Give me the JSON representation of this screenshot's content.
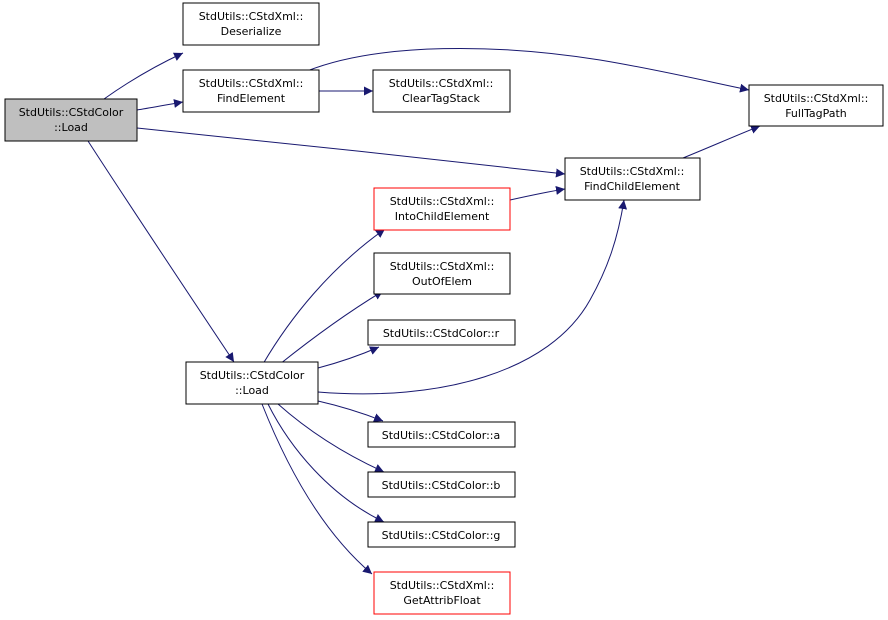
{
  "colors": {
    "edge": "#191970",
    "root_fill": "#bfbfbf",
    "red_border": "#ff0000",
    "normal_border": "#000000"
  },
  "nodes": {
    "root_load": {
      "lines": [
        "StdUtils::CStdColor",
        "::Load"
      ],
      "style": "root"
    },
    "deserialize": {
      "lines": [
        "StdUtils::CStdXml::",
        "Deserialize"
      ],
      "style": "normal"
    },
    "find_element": {
      "lines": [
        "StdUtils::CStdXml::",
        "FindElement"
      ],
      "style": "normal"
    },
    "clear_tag_stack": {
      "lines": [
        "StdUtils::CStdXml::",
        "ClearTagStack"
      ],
      "style": "normal"
    },
    "full_tag_path": {
      "lines": [
        "StdUtils::CStdXml::",
        "FullTagPath"
      ],
      "style": "normal"
    },
    "find_child_element": {
      "lines": [
        "StdUtils::CStdXml::",
        "FindChildElement"
      ],
      "style": "normal"
    },
    "into_child_element": {
      "lines": [
        "StdUtils::CStdXml::",
        "IntoChildElement"
      ],
      "style": "red"
    },
    "out_of_elem": {
      "lines": [
        "StdUtils::CStdXml::",
        "OutOfElem"
      ],
      "style": "normal"
    },
    "color_r": {
      "lines": [
        "StdUtils::CStdColor::r"
      ],
      "style": "normal"
    },
    "load2": {
      "lines": [
        "StdUtils::CStdColor",
        "::Load"
      ],
      "style": "normal"
    },
    "color_a": {
      "lines": [
        "StdUtils::CStdColor::a"
      ],
      "style": "normal"
    },
    "color_b": {
      "lines": [
        "StdUtils::CStdColor::b"
      ],
      "style": "normal"
    },
    "color_g": {
      "lines": [
        "StdUtils::CStdColor::g"
      ],
      "style": "normal"
    },
    "get_attrib_float": {
      "lines": [
        "StdUtils::CStdXml::",
        "GetAttribFloat"
      ],
      "style": "red"
    }
  },
  "edges": [
    {
      "from": "root_load",
      "to": "deserialize"
    },
    {
      "from": "root_load",
      "to": "find_element"
    },
    {
      "from": "root_load",
      "to": "find_child_element"
    },
    {
      "from": "root_load",
      "to": "load2"
    },
    {
      "from": "find_element",
      "to": "clear_tag_stack"
    },
    {
      "from": "find_element",
      "to": "full_tag_path"
    },
    {
      "from": "find_child_element",
      "to": "full_tag_path"
    },
    {
      "from": "into_child_element",
      "to": "find_child_element"
    },
    {
      "from": "load2",
      "to": "into_child_element"
    },
    {
      "from": "load2",
      "to": "out_of_elem"
    },
    {
      "from": "load2",
      "to": "color_r"
    },
    {
      "from": "load2",
      "to": "find_child_element"
    },
    {
      "from": "load2",
      "to": "color_a"
    },
    {
      "from": "load2",
      "to": "color_b"
    },
    {
      "from": "load2",
      "to": "color_g"
    },
    {
      "from": "load2",
      "to": "get_attrib_float"
    }
  ]
}
